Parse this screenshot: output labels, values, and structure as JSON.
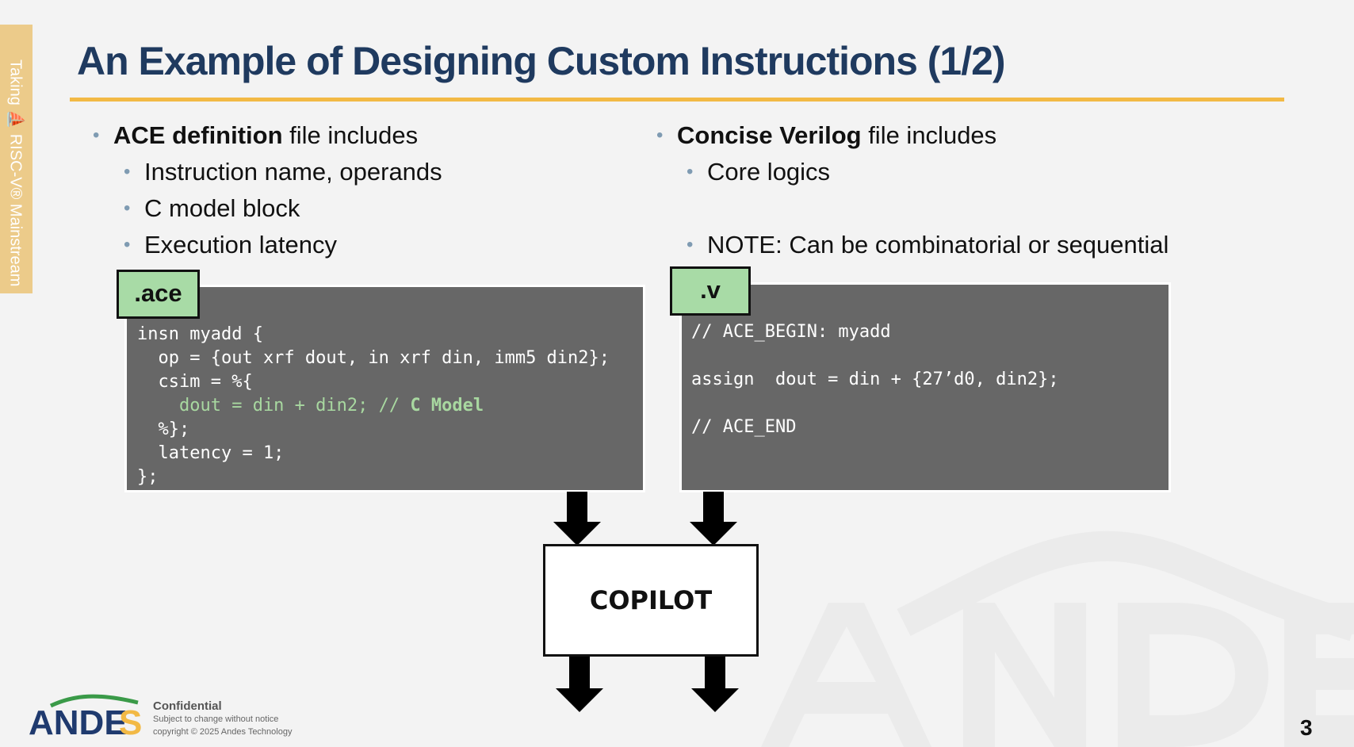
{
  "side_tab": {
    "text": "Taking ⛵ RISC-V® Mainstream"
  },
  "title": "An Example of Designing Custom Instructions (1/2)",
  "left": {
    "bullet_bold": "ACE definition",
    "bullet_rest": " file includes",
    "sub_items": [
      "Instruction name, operands",
      "C model block",
      "Execution latency"
    ],
    "tab_label": ".ace",
    "code": {
      "line1": "insn myadd {",
      "line2": "  op = {out xrf dout, in xrf din, imm5 din2};",
      "line3": "  csim = %{",
      "line4_a": "    dout = din + din2; // ",
      "line4_b": "C Model",
      "line5": "  %};",
      "line6": "  latency = 1;",
      "line7": "};"
    }
  },
  "right": {
    "bullet_bold": "Concise Verilog",
    "bullet_rest": " file includes",
    "sub_items": [
      "Core logics",
      "NOTE: Can be combinatorial or sequential"
    ],
    "tab_label": ".v",
    "code": {
      "line1": "// ACE_BEGIN: myadd",
      "line2": "",
      "line3": "assign  dout = din + {27’d0, din2};",
      "line4": "",
      "line5": "// ACE_END"
    }
  },
  "center_box": {
    "label": "COPILOT"
  },
  "footer": {
    "logo_text": "ANDES",
    "confidential": "Confidential",
    "subject": "Subject to change without notice",
    "copyright": "copyright © 2025  Andes Technology",
    "page_number": "3"
  },
  "colors": {
    "title": "#1f3a5f",
    "rule": "#f2b945",
    "code_bg": "#676767",
    "tab_green": "#a8dba6",
    "side_tab": "#eccb8a"
  }
}
